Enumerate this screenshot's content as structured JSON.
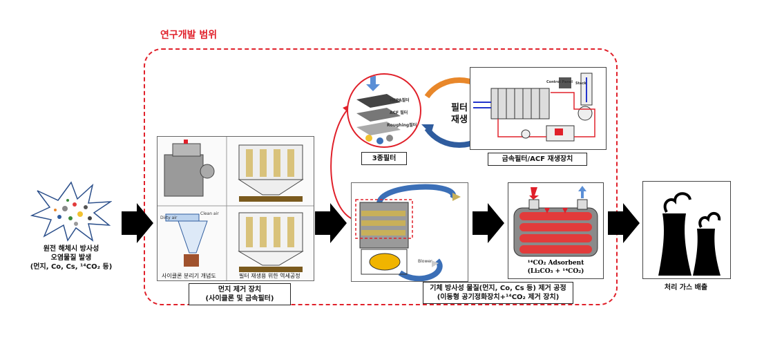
{
  "scope_title": "연구개발 범위",
  "source": {
    "lines": [
      "원전 해체시 방사성",
      "오염물질 발생",
      "(먼지, Co, Cs, ¹⁴CO₂ 등)"
    ]
  },
  "dust_unit": {
    "title_lines": [
      "먼지 제거 장치",
      "(사이클론 및 금속필터)"
    ],
    "cyclone_caption": "사이클론 분리기 개념도",
    "filter_caption": "필터 재생용 위한 역세공정",
    "cyclone_tags": [
      "Dirty air",
      "Clean air"
    ]
  },
  "three_filter": {
    "label": "3종필터",
    "layers": [
      "HEPA필터",
      "ACF 필터",
      "Roughing필터"
    ]
  },
  "regen_cycle": {
    "lines": [
      "필터",
      "재생"
    ]
  },
  "regen_unit": {
    "label": "금속필터/ACF 재생장치",
    "tags": [
      "Control Panel",
      "Stack"
    ]
  },
  "gas_unit": {
    "title_lines": [
      "기체 방사성 물질(먼지, Co, Cs 등) 제거 공정",
      "(이동형 공기정화장치+¹⁴CO₂ 제거 장치)"
    ],
    "tags": [
      "Blower"
    ]
  },
  "adsorbent": {
    "line1": "¹⁴CO₂ Adsorbent",
    "line2": "(Li₂CO₃ + ¹⁴CO₂)"
  },
  "exhaust": {
    "label": "처리 가스 배출"
  },
  "colors": {
    "scope": "#e0202a",
    "arrow": "#000000",
    "cycle_orange": "#e8872a",
    "cycle_blue": "#2f5c9e",
    "hose": "#3b6fb7"
  }
}
